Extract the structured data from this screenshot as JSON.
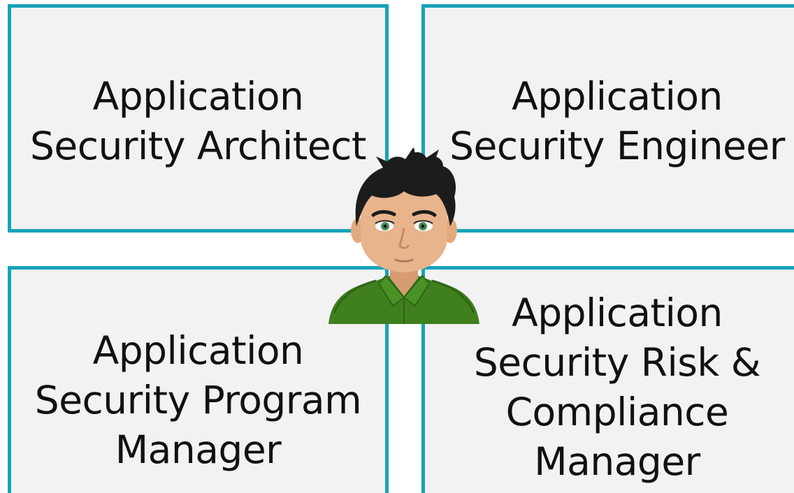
{
  "cards": {
    "architect": {
      "lines": [
        "Application",
        "Security Architect"
      ]
    },
    "engineer": {
      "lines": [
        "Application",
        "Security Engineer"
      ]
    },
    "program_manager": {
      "lines": [
        "Application",
        "Security Program",
        "Manager"
      ]
    },
    "risk_compliance": {
      "lines": [
        "Application",
        "Security Risk &",
        "Compliance",
        "Manager"
      ]
    }
  },
  "colors": {
    "card_border": "#17a3b8",
    "card_fill": "#f2f2f2",
    "text": "#111111",
    "shirt": "#3f7f1e",
    "hair": "#1c1c1c",
    "skin": "#e8b48c"
  },
  "icons": {
    "avatar": "person-avatar-icon"
  }
}
